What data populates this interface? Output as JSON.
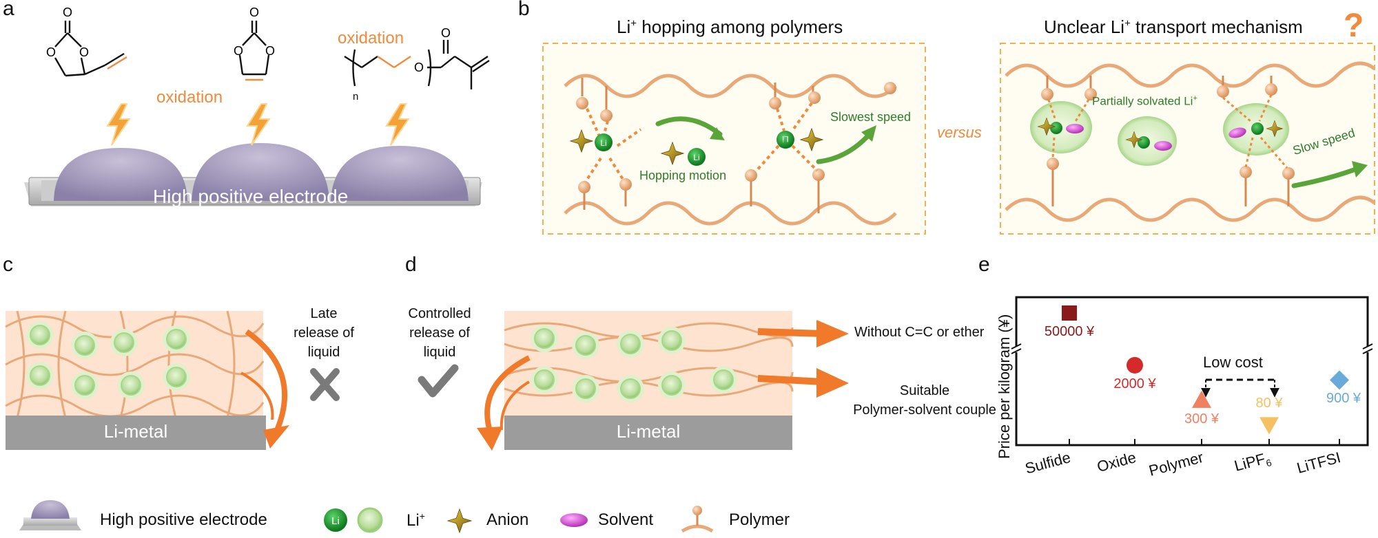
{
  "panels": {
    "a": {
      "letter": "a",
      "oxidation_1": "oxidation",
      "oxidation_2": "oxidation",
      "n_label": "n",
      "electrode_label": "High positive electrode"
    },
    "b": {
      "letter": "b",
      "left_title": "Li",
      "left_title_rest": " hopping among polymers",
      "right_title": "Unclear Li",
      "right_title_rest": " transport mechanism",
      "question": "?",
      "hopping_motion": "Hopping motion",
      "slowest_speed": "Slowest speed",
      "versus": "versus",
      "partially_solvated": "Partially solvated Li",
      "slow_speed": "Slow speed",
      "li": "Li",
      "plus": "+"
    },
    "c": {
      "letter": "c",
      "note_line1": "Late",
      "note_line2": "release of",
      "note_line3": "liquid",
      "substrate": "Li-metal"
    },
    "d": {
      "letter": "d",
      "note_line1": "Controlled",
      "note_line2": "release of",
      "note_line3": "liquid",
      "substrate": "Li-metal",
      "outcome_1": "Without C=C or ether",
      "outcome_2_line1": "Suitable",
      "outcome_2_line2": "Polymer-solvent couple"
    },
    "e": {
      "letter": "e",
      "ylabel": "Price  per kilogram (¥)",
      "low_cost": "Low cost"
    }
  },
  "chart_data": {
    "type": "scatter",
    "ylabel": "Price  per kilogram (¥)",
    "y_axis_break": true,
    "categories": [
      "Sulfide",
      "Oxide",
      "Polymer",
      "LiPF",
      "LiTFSI"
    ],
    "category_subscripts": [
      "",
      "",
      "",
      "6",
      ""
    ],
    "points": [
      {
        "category": "Sulfide",
        "value": 50000,
        "label": "50000 ¥",
        "marker": "square",
        "color": "#8B1A1A"
      },
      {
        "category": "Oxide",
        "value": 2000,
        "label": "2000 ¥",
        "marker": "circle",
        "color": "#D42A2A"
      },
      {
        "category": "Polymer",
        "value": 300,
        "label": "300 ¥",
        "marker": "triangle-up",
        "color": "#F08060"
      },
      {
        "category": "LiPF",
        "value": 80,
        "label": "80 ¥",
        "marker": "triangle-down",
        "color": "#F5C060"
      },
      {
        "category": "LiTFSI",
        "value": 900,
        "label": "900 ¥",
        "marker": "diamond",
        "color": "#6AAAD8"
      }
    ],
    "annotation": "Low cost"
  },
  "legend": {
    "items": [
      {
        "label": "High positive electrode"
      },
      {
        "label": "Li",
        "sup": "+",
        "sub_icon": "Li"
      },
      {
        "label": "Anion"
      },
      {
        "label": "Solvent"
      },
      {
        "label": "Polymer"
      }
    ]
  },
  "colors": {
    "orange": "#F08A3C",
    "green": "#2E8B30",
    "polymer": "#E9A878",
    "dash_box": "#F0B04A",
    "purple": "#9B90B8"
  }
}
